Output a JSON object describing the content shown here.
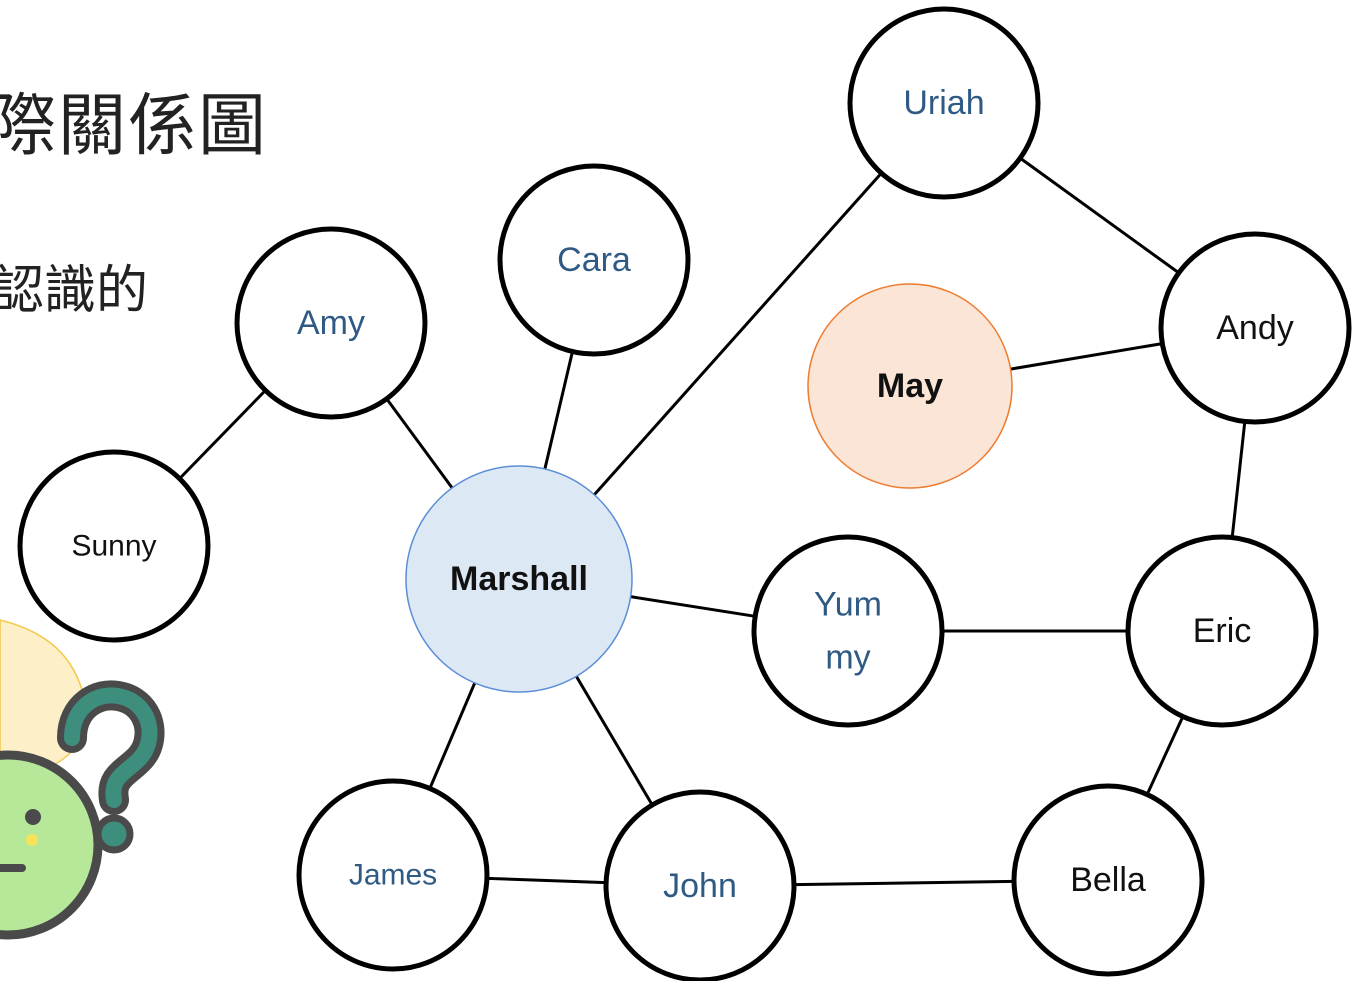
{
  "slide": {
    "title_fragment": "際關係圖",
    "text_fragment": "認識的"
  },
  "colors": {
    "edge": "#000000",
    "node_border": "#000000",
    "name_blue": "#2F5A83",
    "name_black": "#111111",
    "marshall_fill": "#DDE8F5",
    "marshall_border": "#5B8ED6",
    "may_fill": "#FBE5D6",
    "may_border": "#ED7D31",
    "mascot_face": "#B7E89A",
    "mascot_outline": "#4A4A4A",
    "question_mark": "#3E8E7E",
    "thought_bubble": "#FDEFC8"
  },
  "mascot": {
    "icon": "confused-face-with-question-mark-icon"
  },
  "diagram": {
    "nodes": [
      {
        "id": "uriah",
        "label": "Uriah",
        "style": "blue"
      },
      {
        "id": "cara",
        "label": "Cara",
        "style": "blue"
      },
      {
        "id": "amy",
        "label": "Amy",
        "style": "blue"
      },
      {
        "id": "andy",
        "label": "Andy",
        "style": "black"
      },
      {
        "id": "may",
        "label": "May",
        "style": "may"
      },
      {
        "id": "sunny",
        "label": "Sunny",
        "style": "black"
      },
      {
        "id": "marshall",
        "label": "Marshall",
        "style": "marshall"
      },
      {
        "id": "yummy",
        "label": [
          "Yum",
          "my"
        ],
        "style": "blue"
      },
      {
        "id": "eric",
        "label": "Eric",
        "style": "black"
      },
      {
        "id": "james",
        "label": "James",
        "style": "blue"
      },
      {
        "id": "john",
        "label": "John",
        "style": "blue"
      },
      {
        "id": "bella",
        "label": "Bella",
        "style": "black"
      }
    ],
    "edges": [
      [
        "amy",
        "sunny"
      ],
      [
        "amy",
        "marshall"
      ],
      [
        "cara",
        "marshall"
      ],
      [
        "uriah",
        "marshall"
      ],
      [
        "uriah",
        "andy"
      ],
      [
        "may",
        "andy"
      ],
      [
        "andy",
        "eric"
      ],
      [
        "marshall",
        "yummy"
      ],
      [
        "yummy",
        "eric"
      ],
      [
        "marshall",
        "james"
      ],
      [
        "marshall",
        "john"
      ],
      [
        "james",
        "john"
      ],
      [
        "john",
        "bella"
      ],
      [
        "eric",
        "bella"
      ]
    ]
  }
}
